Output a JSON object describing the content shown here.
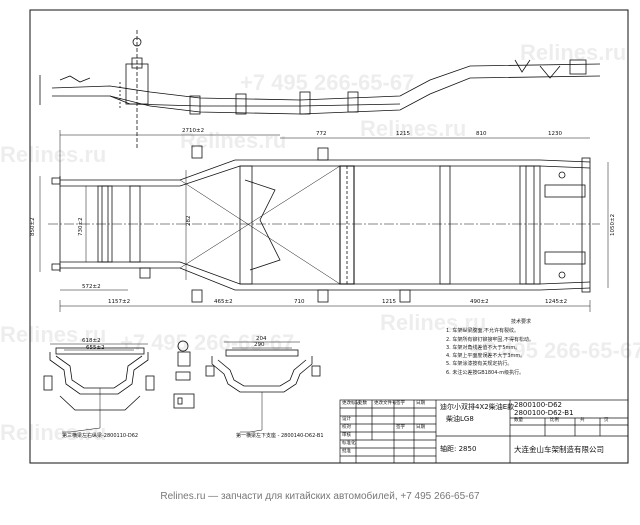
{
  "title_block": {
    "vehicle_name": "迪尔小双排4X2柴油E款",
    "engine": "柴油LG8",
    "part_no_1": "2800100-D62",
    "part_no_2": "2800100-D62-B1",
    "wheelbase_label": "轴距: 2850",
    "company": "大连金山车架制造有限公司",
    "row_labels": [
      "更改标记",
      "处数",
      "更改文件号",
      "签字",
      "日期"
    ],
    "role_labels": [
      "设计",
      "校对",
      "审核",
      "标准化",
      "批准"
    ],
    "sign_labels": [
      "签字",
      "日期"
    ],
    "small_labels": [
      "数量",
      "比例",
      "共",
      "页"
    ]
  },
  "tech_notes": {
    "title": "技术要求",
    "lines": [
      "1. 车架纵梁腹面,不允许有裂纹。",
      "2. 车架所有铆钉铆接牢固,不得有松动。",
      "3. 车架对角线差值不大于5mm。",
      "4. 车架上平面度误差不大于3mm。",
      "5. 车架涂漆按有关规定执行。",
      "6. 未注公差按GB1804-m级执行。"
    ]
  },
  "callouts": {
    "left_detail": "第三横梁左右纵梁-2800110-D62",
    "right_detail": "第一横梁左下支座 - 2800140-D62-B1"
  },
  "dimensions": {
    "top_a": "2710±2",
    "top_b": "772",
    "top_c": "1215",
    "top_d": "810",
    "top_e": "1230",
    "front_width": "850±2",
    "left_width": "730±2",
    "rear_width": "1050±2",
    "bot_1": "572±2",
    "bot_2": "1157±2",
    "bot_3": "465±2",
    "bot_4": "710",
    "bot_5": "1215",
    "bot_6": "490±2",
    "bot_7": "1245±2",
    "side_h": "282",
    "det_l1": "618±2",
    "det_l2": "655±2",
    "det_r1": "204",
    "det_r2": "290"
  },
  "watermark": {
    "brand": "Relines.ru",
    "phone": "+7 495 266-65-67"
  },
  "footer": {
    "site": "Relines.ru",
    "text": "— запчасти для китайских автомобилей, +7 495 266-65-67"
  }
}
